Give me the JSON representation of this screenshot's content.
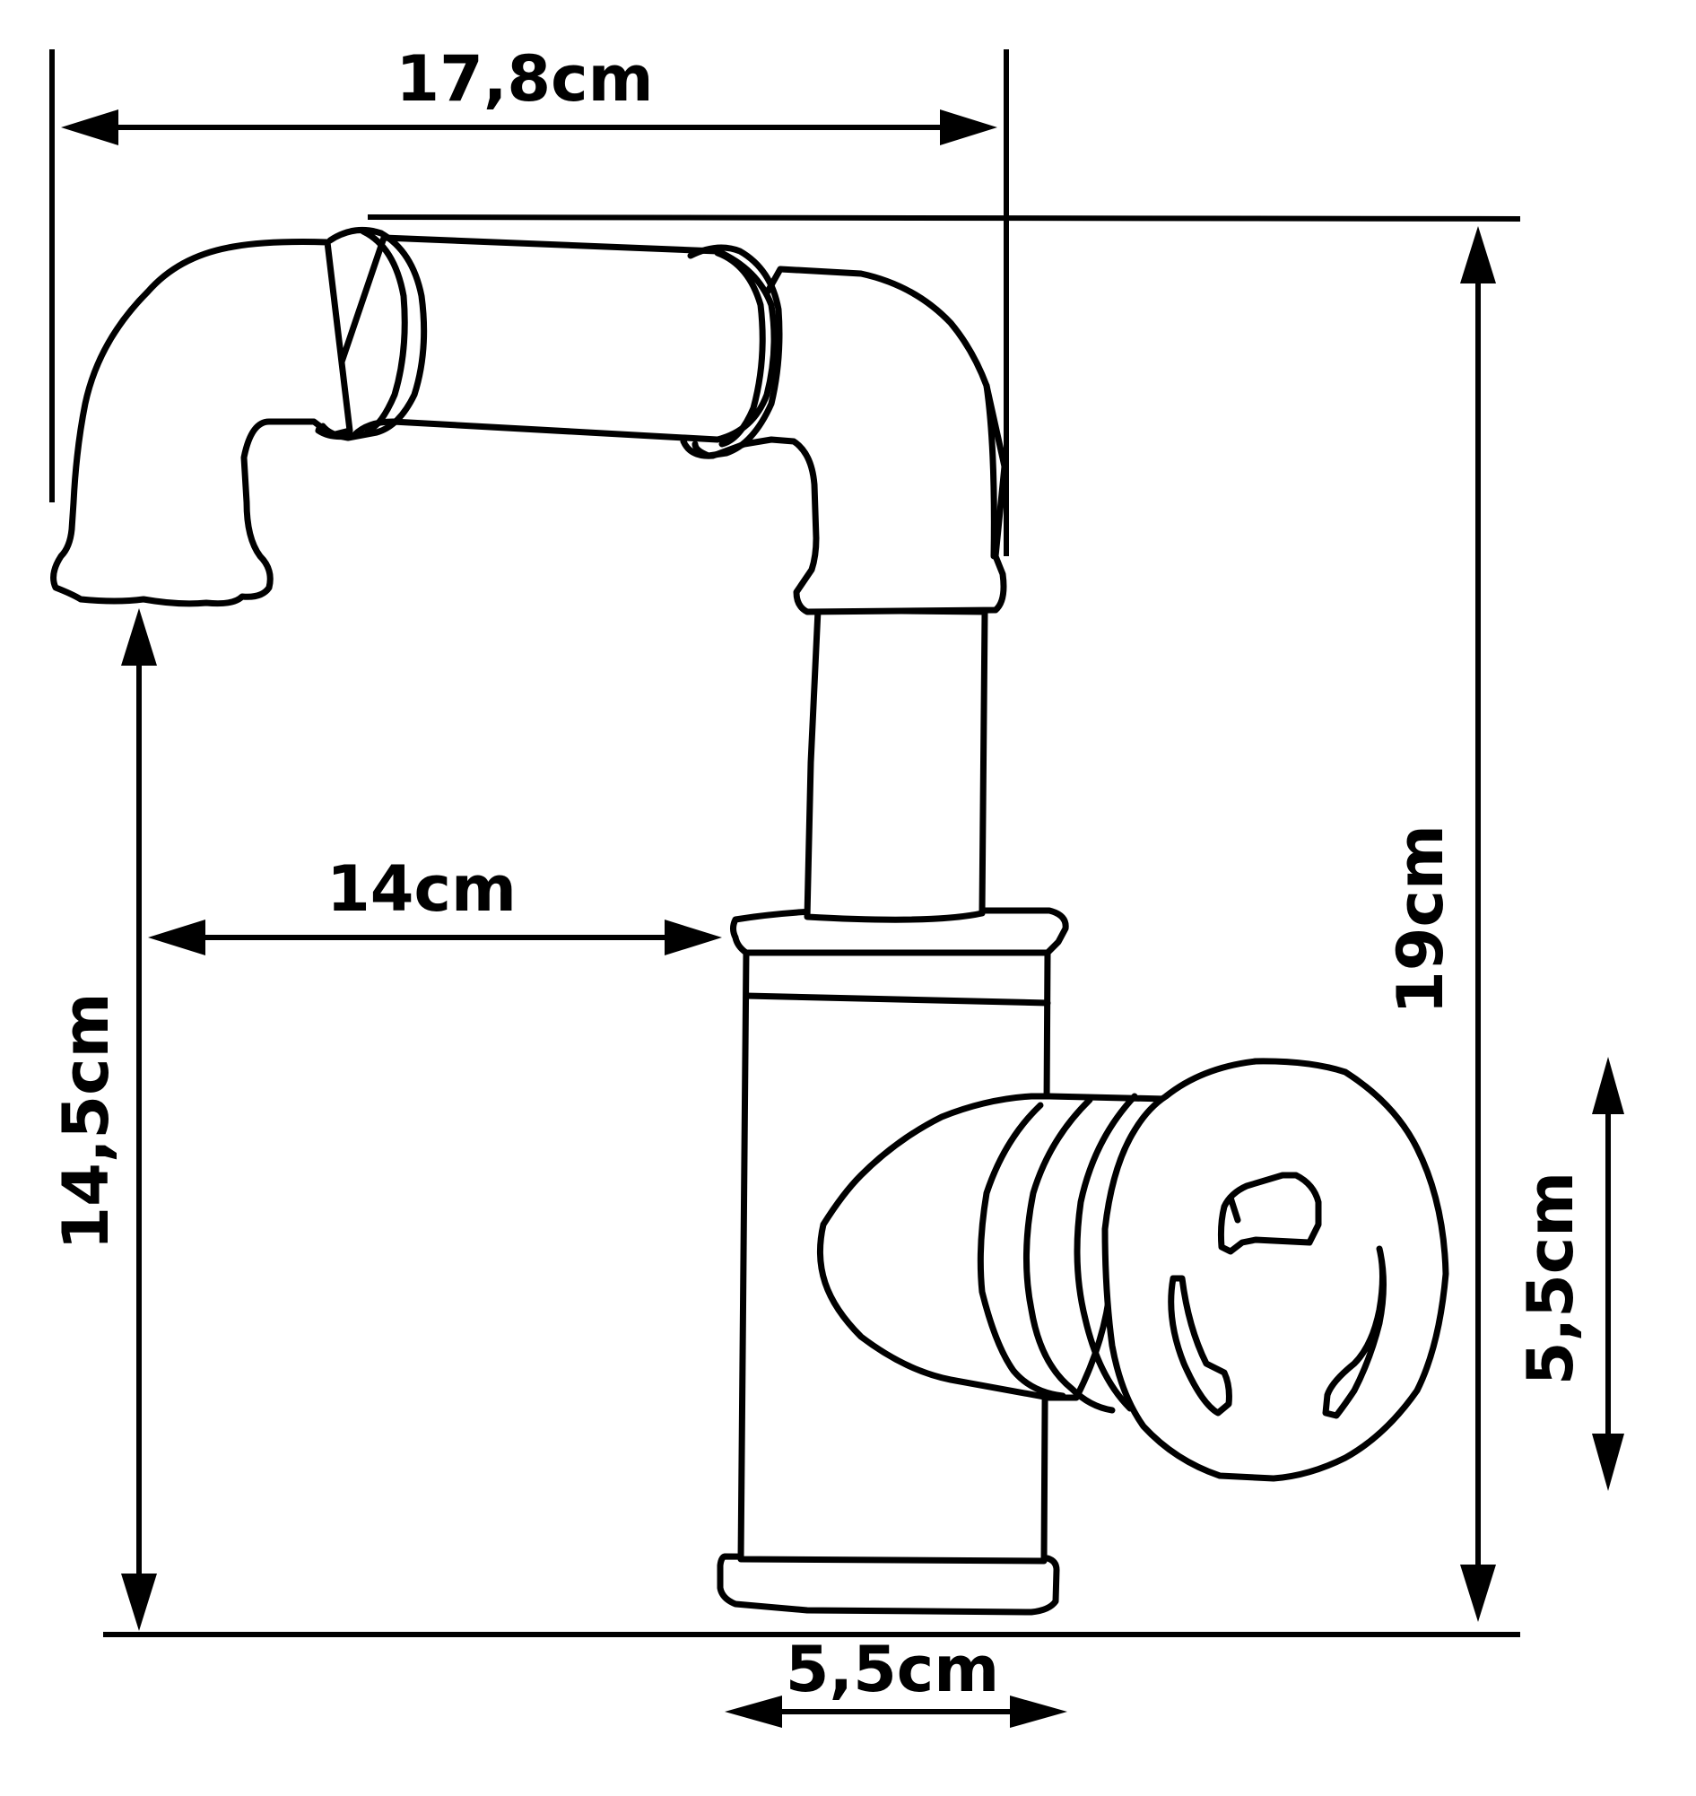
{
  "diagram": {
    "product": "industrial pipe-style faucet",
    "stroke_color": "#000000",
    "background_color": "#ffffff",
    "dimensions": {
      "top_width": "17,8cm",
      "spout_reach": "14cm",
      "spout_height": "14,5cm",
      "total_height": "19cm",
      "handle_height": "5,5cm",
      "base_width": "5,5cm"
    }
  }
}
